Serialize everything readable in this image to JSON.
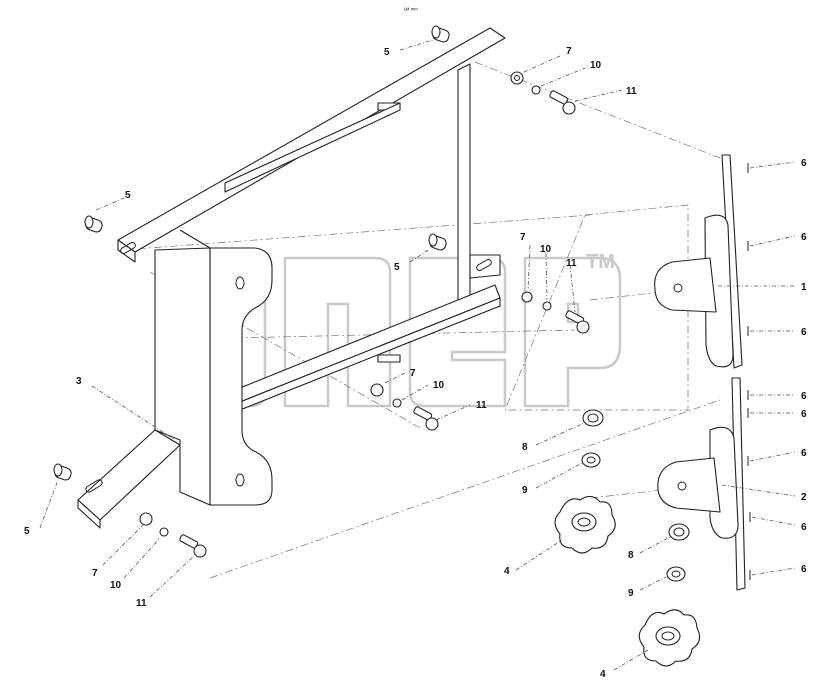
{
  "watermark": {
    "text": "ТМ",
    "brand": "ПТЕР"
  },
  "header_mark": "ᴸᴹ ᵐᵐ",
  "callouts": [
    {
      "id": "c5a",
      "label": "5"
    },
    {
      "id": "c7a",
      "label": "7"
    },
    {
      "id": "c10a",
      "label": "10"
    },
    {
      "id": "c11a",
      "label": "11"
    },
    {
      "id": "c5b",
      "label": "5"
    },
    {
      "id": "c5c",
      "label": "5"
    },
    {
      "id": "c7b",
      "label": "7"
    },
    {
      "id": "c10b",
      "label": "10"
    },
    {
      "id": "c11b",
      "label": "11"
    },
    {
      "id": "c3",
      "label": "3"
    },
    {
      "id": "c7c",
      "label": "7"
    },
    {
      "id": "c10c",
      "label": "10"
    },
    {
      "id": "c11c",
      "label": "11"
    },
    {
      "id": "c5d",
      "label": "5"
    },
    {
      "id": "c7d",
      "label": "7"
    },
    {
      "id": "c10d",
      "label": "10"
    },
    {
      "id": "c11d",
      "label": "11"
    },
    {
      "id": "c8a",
      "label": "8"
    },
    {
      "id": "c9a",
      "label": "9"
    },
    {
      "id": "c4a",
      "label": "4"
    },
    {
      "id": "c6a",
      "label": "6"
    },
    {
      "id": "c6b",
      "label": "6"
    },
    {
      "id": "c1",
      "label": "1"
    },
    {
      "id": "c6c",
      "label": "6"
    },
    {
      "id": "c6d",
      "label": "6"
    },
    {
      "id": "c6e",
      "label": "6"
    },
    {
      "id": "c6f",
      "label": "6"
    },
    {
      "id": "c2",
      "label": "2"
    },
    {
      "id": "c6g",
      "label": "6"
    },
    {
      "id": "c8b",
      "label": "8"
    },
    {
      "id": "c9b",
      "label": "9"
    },
    {
      "id": "c6h",
      "label": "6"
    },
    {
      "id": "c4b",
      "label": "4"
    }
  ],
  "colors": {
    "line": "#222222",
    "watermark": "#c9c9c9",
    "background": "#ffffff"
  }
}
